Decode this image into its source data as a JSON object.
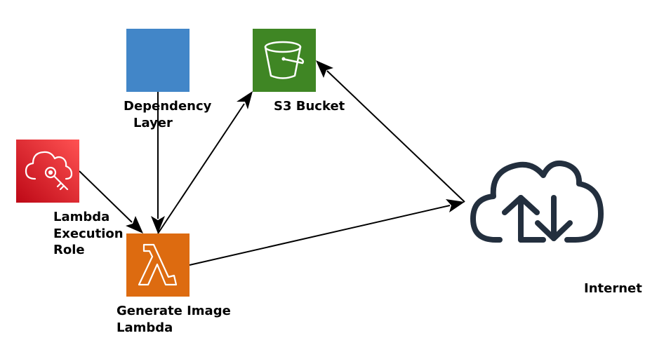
{
  "nodes": {
    "dependency_layer": {
      "label_line1": "Dependency",
      "label_line2": "Layer",
      "color": "#4286c8"
    },
    "s3_bucket": {
      "label": "S3 Bucket",
      "color": "#3f8624"
    },
    "execution_role": {
      "label_line1": "Lambda",
      "label_line2": "Execution",
      "label_line3": "Role",
      "color_top": "#ff5252",
      "color_bottom": "#bd0816"
    },
    "generate_image_lambda": {
      "label_line1": "Generate Image",
      "label_line2": "Lambda",
      "color": "#dd6b10"
    },
    "internet": {
      "label": "Internet",
      "icon": "cloud-upload-download-icon",
      "color": "#232f3e"
    }
  },
  "connections": [
    {
      "from": "dependency_layer",
      "to": "generate_image_lambda",
      "direction": "to"
    },
    {
      "from": "execution_role",
      "to": "generate_image_lambda",
      "direction": "to"
    },
    {
      "from": "generate_image_lambda",
      "to": "s3_bucket",
      "direction": "to"
    },
    {
      "from": "generate_image_lambda",
      "to": "internet",
      "direction": "to"
    },
    {
      "from": "internet",
      "to": "s3_bucket",
      "direction": "to"
    }
  ]
}
